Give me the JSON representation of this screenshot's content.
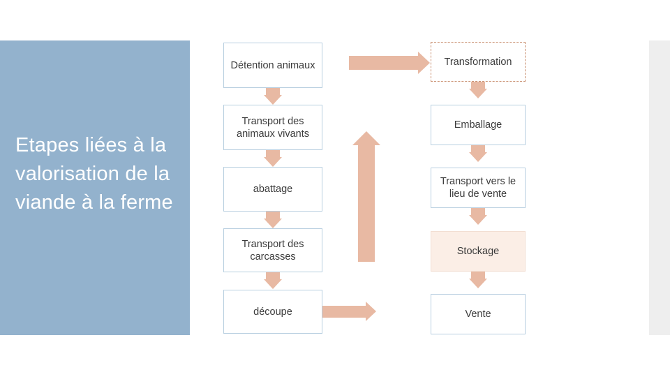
{
  "slide": {
    "title": "Etapes liées à la valorisation de la viande à la ferme",
    "colors": {
      "panel_blue": "#93b2cd",
      "arrow_peach": "#e8b9a3",
      "box_border_blue": "#b8cfe0",
      "box_border_dashed": "#c98f70",
      "box_fill_peach": "#fbeee6",
      "right_strip_grey": "#eeeeee",
      "text": "#3b3b3b",
      "title_text": "#ffffff"
    }
  },
  "flow": {
    "column_left": [
      {
        "label": "Détention animaux",
        "style": "solid"
      },
      {
        "label": "Transport des animaux vivants",
        "style": "solid"
      },
      {
        "label": "abattage",
        "style": "solid"
      },
      {
        "label": "Transport des carcasses",
        "style": "solid"
      },
      {
        "label": "découpe",
        "style": "solid"
      }
    ],
    "column_right": [
      {
        "label": "Transformation",
        "style": "dashed"
      },
      {
        "label": "Emballage",
        "style": "solid"
      },
      {
        "label": "Transport vers le lieu de vente",
        "style": "solid"
      },
      {
        "label": "Stockage",
        "style": "filled"
      },
      {
        "label": "Vente",
        "style": "solid"
      }
    ],
    "connectors": [
      {
        "name": "left-col-down-1",
        "direction": "down"
      },
      {
        "name": "left-col-down-2",
        "direction": "down"
      },
      {
        "name": "left-col-down-3",
        "direction": "down"
      },
      {
        "name": "left-col-down-4",
        "direction": "down"
      },
      {
        "name": "bottom-left-to-right",
        "direction": "right"
      },
      {
        "name": "right-column-up",
        "direction": "up"
      },
      {
        "name": "top-left-to-transformation",
        "direction": "right"
      },
      {
        "name": "right-col-down-1",
        "direction": "down"
      },
      {
        "name": "right-col-down-2",
        "direction": "down"
      },
      {
        "name": "right-col-down-3",
        "direction": "down"
      },
      {
        "name": "right-col-down-4",
        "direction": "down"
      }
    ]
  }
}
